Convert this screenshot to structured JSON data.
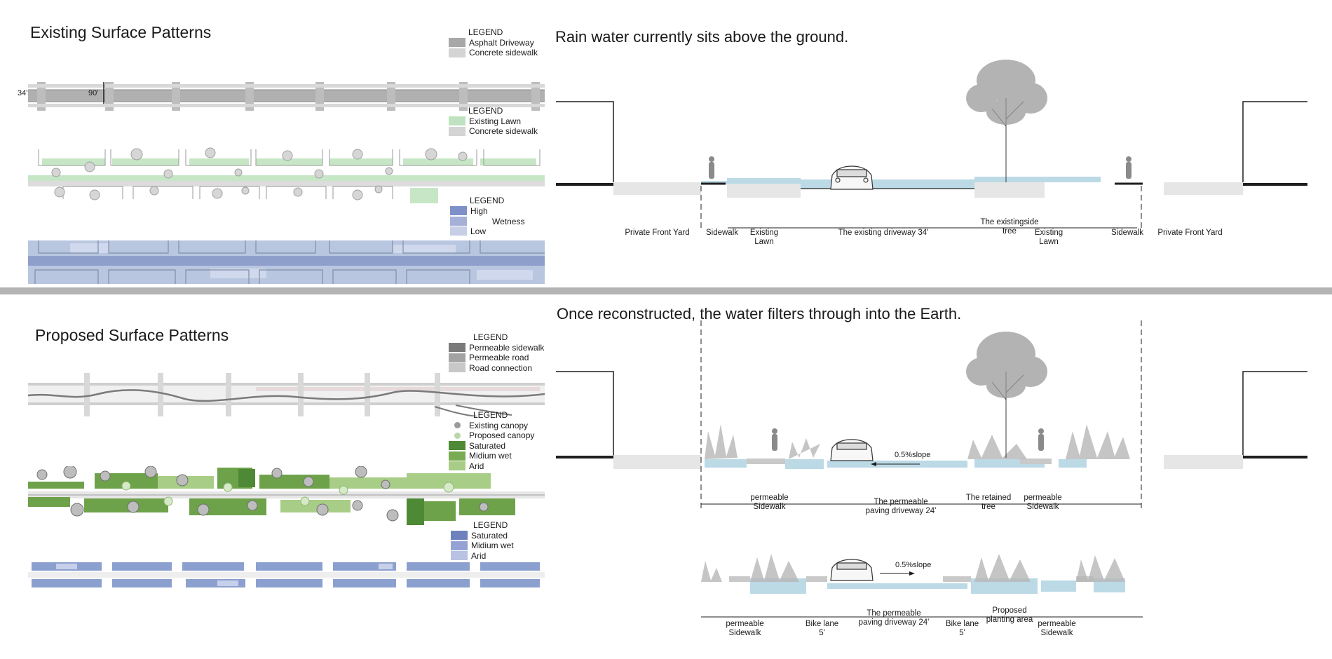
{
  "top": {
    "title": "Existing Surface Patterns",
    "heading": "Rain water currently sits above the ground.",
    "dims": {
      "left": "34'",
      "right": "90'"
    },
    "legend1": {
      "title": "LEGEND",
      "items": [
        {
          "label": "Asphalt Driveway",
          "color": "#a8a8a8"
        },
        {
          "label": "Concrete sidewalk",
          "color": "#d4d4d4"
        }
      ]
    },
    "legend2": {
      "title": "LEGEND",
      "items": [
        {
          "label": "Existing Lawn",
          "color": "#bfe3c0"
        },
        {
          "label": "Concrete sidewalk",
          "color": "#d4d4d4"
        }
      ]
    },
    "legend3": {
      "title": "LEGEND",
      "items": [
        {
          "label": "High",
          "color": "#7f8fc7"
        },
        {
          "label": "",
          "color": "#a4b0d8"
        },
        {
          "label": "Low",
          "color": "#c7cfe6"
        }
      ],
      "wetness_label": "Wetness"
    },
    "section_labels": [
      "Private Front Yard",
      "Sidewalk",
      "Existing\nLawn",
      "The existing driveway 34'",
      "The existingside\ntree",
      "Existing\nLawn",
      "Sidewalk",
      "Private Front Yard"
    ]
  },
  "bottom": {
    "title": "Proposed Surface Patterns",
    "heading": "Once reconstructed, the water filters through into the Earth.",
    "legend1": {
      "title": "LEGEND",
      "items": [
        {
          "label": "Permeable sidewalk",
          "color": "#7a7a7a"
        },
        {
          "label": "Permeable road",
          "color": "#a3a3a3"
        },
        {
          "label": "Road connection",
          "color": "#c8c8c8"
        }
      ]
    },
    "legend2": {
      "title": "LEGEND",
      "dots": [
        {
          "label": "Existing canopy",
          "color": "#9a9a9a"
        },
        {
          "label": "Proposed canopy",
          "color": "#b9d7a8"
        }
      ],
      "items": [
        {
          "label": "Saturated",
          "color": "#4e8a35"
        },
        {
          "label": "Midium wet",
          "color": "#78ab52"
        },
        {
          "label": "Arid",
          "color": "#a8cd86"
        }
      ]
    },
    "legend3": {
      "title": "LEGEND",
      "items": [
        {
          "label": "Saturated",
          "color": "#6d82bd"
        },
        {
          "label": "Midium wet",
          "color": "#94a3d3"
        },
        {
          "label": "Arid",
          "color": "#b8c2e3"
        }
      ]
    },
    "slope_1": "0.5%slope",
    "slope_2": "0.5%slope",
    "section1_labels": [
      "permeable\nSidewalk",
      "The permeable\npaving driveway 24'",
      "The retained\ntree",
      "permeable\nSidewalk"
    ],
    "section2_labels": [
      "permeable\nSidewalk",
      "Bike lane\n5'",
      "The permeable\npaving driveway 24'",
      "Bike lane\n5'",
      "Proposed\nplanting area",
      "permeable\nSidewalk"
    ]
  },
  "colors": {
    "divider": "#b4b4b4",
    "water": "#bcd9e6",
    "gravel": "#d9d9d9",
    "line": "#1e1e1e"
  }
}
